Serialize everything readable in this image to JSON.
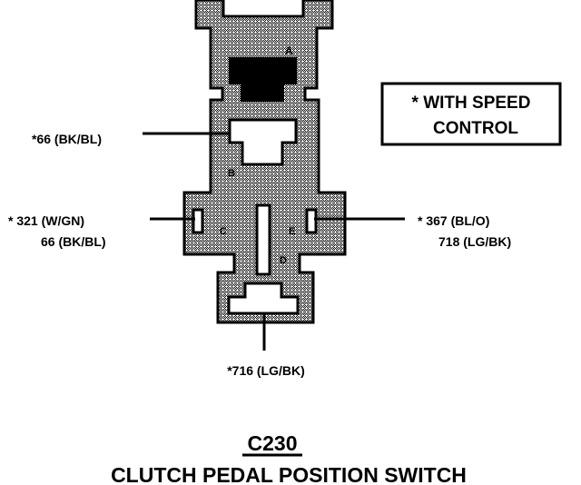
{
  "colors": {
    "ink": "#000000",
    "paper": "#ffffff"
  },
  "cavity_letters": {
    "a": "A",
    "b": "B",
    "c": "C",
    "d": "D",
    "e": "E"
  },
  "wires": {
    "b": "*66 (BK/BL)",
    "c_line1": "* 321 (W/GN)",
    "c_line2": "66 (BK/BL)",
    "e_line1": "* 367 (BL/O)",
    "e_line2": "718 (LG/BK)",
    "bottom": "*716 (LG/BK)"
  },
  "note": {
    "line1": "* WITH SPEED",
    "line2": "CONTROL"
  },
  "connector_id": "C230",
  "title": "CLUTCH PEDAL POSITION SWITCH"
}
